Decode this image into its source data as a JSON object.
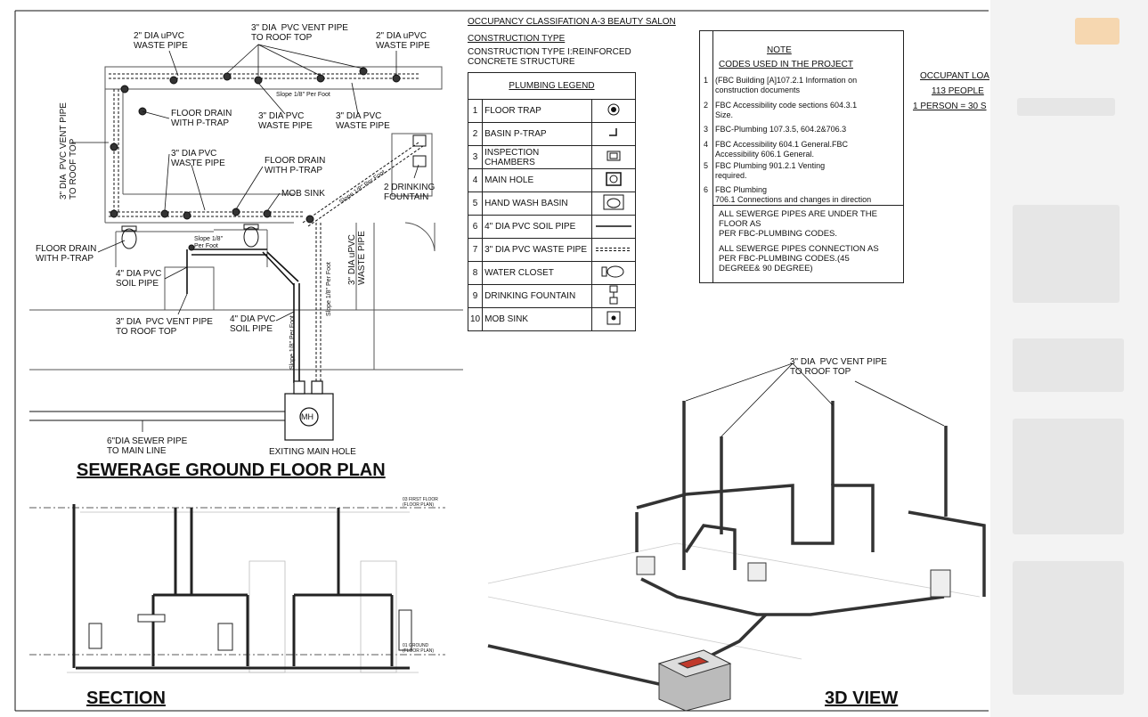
{
  "plan": {
    "title": "SEWERAGE GROUND FLOOR PLAN",
    "labels": {
      "waste_2_left": "2\" DIA uPVC\nWASTE PIPE",
      "vent_top": "3\" DIA  PVC VENT PIPE\nTO ROOF TOP",
      "waste_2_right": "2\" DIA uPVC\nWASTE PIPE",
      "vent_left_vertical": "3\" DIA  PVC VENT PIPE\nTO ROOF TOP",
      "floor_drain_1": "FLOOR DRAIN\nWITH P-TRAP",
      "waste_3_a": "3\" DIA PVC\nWASTE PIPE",
      "waste_3_b": "3\" DIA PVC\nWASTE PIPE",
      "waste_3_c": "3\" DIA PVC\nWASTE PIPE",
      "floor_drain_2": "FLOOR DRAIN\nWITH P-TRAP",
      "mob_sink": "MOB SINK",
      "drinking_fountain": "2 DRINKING\nFOUNTAIN",
      "floor_drain_3": "FLOOR DRAIN\nWITH P-TRAP",
      "soil_4_a": "4\" DIA PVC\nSOIL PIPE",
      "vent_bottom": "3\" DIA  PVC VENT PIPE\nTO ROOF TOP",
      "soil_4_b": "4\" DIA PVC\nSOIL PIPE",
      "waste_3_vertical": "3\" DIA uPVC\nWASTE PIPE",
      "sewer_main": "6\"DIA SEWER PIPE\nTO MAIN LINE",
      "main_hole": "EXITING MAIN HOLE",
      "mh": "MH",
      "slope_1": "Slope 1/8\" Per Foot",
      "slope_2": "Slope 1/8\"\nPer Foot",
      "slope_3": "Slope 1/8\" Per Foot",
      "slope_4": "Slope 1/8\" Per Foot",
      "slope_5": "Slope 1/8\" Per Foot"
    }
  },
  "section": {
    "title": "SECTION",
    "level_top": "03 FIRST FLOOR\n(FLOOR PLAN)",
    "level_bottom": "01 GROUND\n(FLOOR PLAN)"
  },
  "view3d": {
    "title": "3D VIEW",
    "vent_label": "3\" DIA  PVC VENT PIPE\nTO ROOF TOP"
  },
  "info": {
    "occupancy": "OCCUPANCY CLASSIFATION A-3 BEAUTY SALON",
    "construction_type_heading": "CONSTRUCTION TYPE",
    "construction_type": "CONSTRUCTION TYPE I:REINFORCED\nCONCRETE STRUCTURE",
    "occupant_load": "OCCUPANT LOA",
    "people": "113 PEOPLE",
    "ratio": "1 PERSON = 30 S"
  },
  "legend": {
    "title": "PLUMBING LEGEND",
    "rows": [
      {
        "n": "1",
        "label": "FLOOR TRAP"
      },
      {
        "n": "2",
        "label": "BASIN P-TRAP"
      },
      {
        "n": "3",
        "label": "INSPECTION CHAMBERS"
      },
      {
        "n": "4",
        "label": "MAIN HOLE"
      },
      {
        "n": "5",
        "label": "HAND WASH BASIN"
      },
      {
        "n": "6",
        "label": "4\" DIA PVC SOIL PIPE"
      },
      {
        "n": "7",
        "label": "3\" DIA PVC WASTE PIPE"
      },
      {
        "n": "8",
        "label": "WATER CLOSET"
      },
      {
        "n": "9",
        "label": "DRINKING FOUNTAIN"
      },
      {
        "n": "10",
        "label": "MOB SINK"
      }
    ]
  },
  "notes": {
    "title": "NOTE",
    "codes_heading": "CODES USED IN THE PROJECT",
    "items": [
      {
        "n": "1",
        "text": "(FBC Building [A]107.2.1 Information on\nconstruction documents"
      },
      {
        "n": "2",
        "text": "FBC Accessibility code sections 604.3.1\nSize."
      },
      {
        "n": "3",
        "text": "FBC-Plumbing 107.3.5, 604.2&706.3"
      },
      {
        "n": "4",
        "text": "FBC Accessibility 604.1 General.FBC\nAccessibility 606.1 General."
      },
      {
        "n": "5",
        "text": "FBC Plumbing 901.2.1 Venting\nrequired."
      },
      {
        "n": "6",
        "text": "FBC Plumbing\n706.1 Connections and changes in direction"
      }
    ],
    "extra_1": "ALL SEWERGE PIPES ARE UNDER THE\nFLOOR AS\nPER FBC-PLUMBING CODES.",
    "extra_2": "ALL SEWERGE PIPES CONNECTION AS\nPER FBC-PLUMBING CODES.(45\nDEGREE& 90 DEGREE)"
  }
}
